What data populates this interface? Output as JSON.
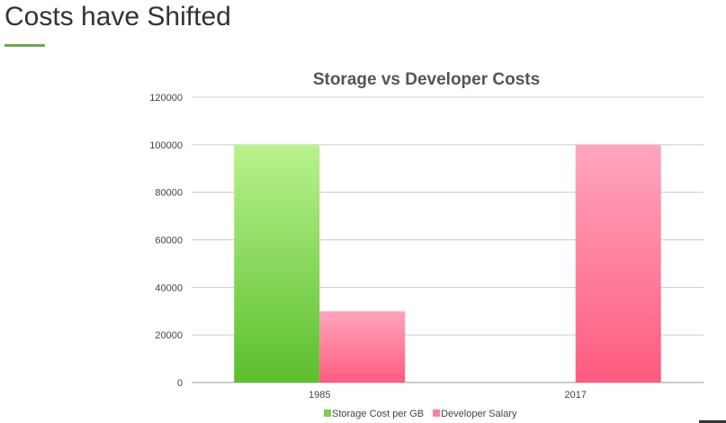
{
  "slide": {
    "title": "Costs have Shifted",
    "accent_color": "#6aa84f"
  },
  "chart_data": {
    "type": "bar",
    "title": "Storage vs Developer Costs",
    "categories": [
      "1985",
      "2017"
    ],
    "series": [
      {
        "name": "Storage Cost per GB",
        "values": [
          100000,
          0
        ],
        "color_top": "#b9f28e",
        "color_bottom": "#5bbf2c",
        "legend_color": "#7ccf4a"
      },
      {
        "name": "Developer Salary",
        "values": [
          30000,
          100000
        ],
        "color_top": "#ffa6bd",
        "color_bottom": "#ff5b80",
        "legend_color": "#ff7fa0"
      }
    ],
    "ylim": [
      0,
      120000
    ],
    "yticks": [
      "0",
      "20000",
      "40000",
      "60000",
      "80000",
      "100000",
      "120000"
    ],
    "xlabel": "",
    "ylabel": "",
    "grid": true,
    "legend_position": "bottom"
  }
}
